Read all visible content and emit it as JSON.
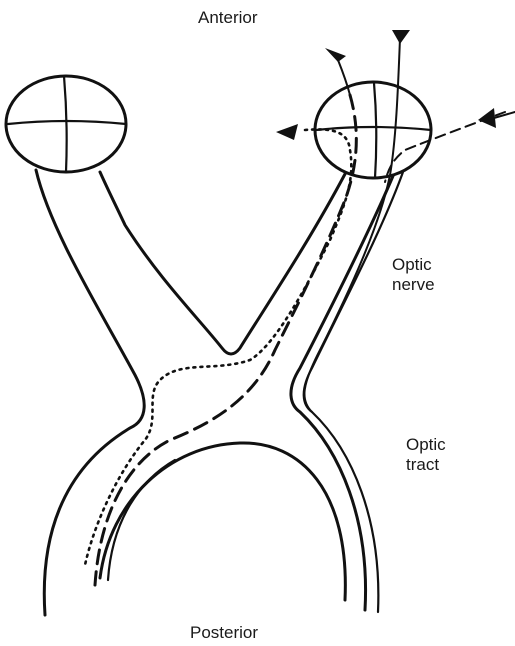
{
  "labels": {
    "anterior": "Anterior",
    "posterior": "Posterior",
    "optic_nerve": [
      "Optic",
      "nerve"
    ],
    "optic_tract": [
      "Optic",
      "tract"
    ]
  },
  "colors": {
    "ink": "#111111",
    "background": "#ffffff"
  }
}
